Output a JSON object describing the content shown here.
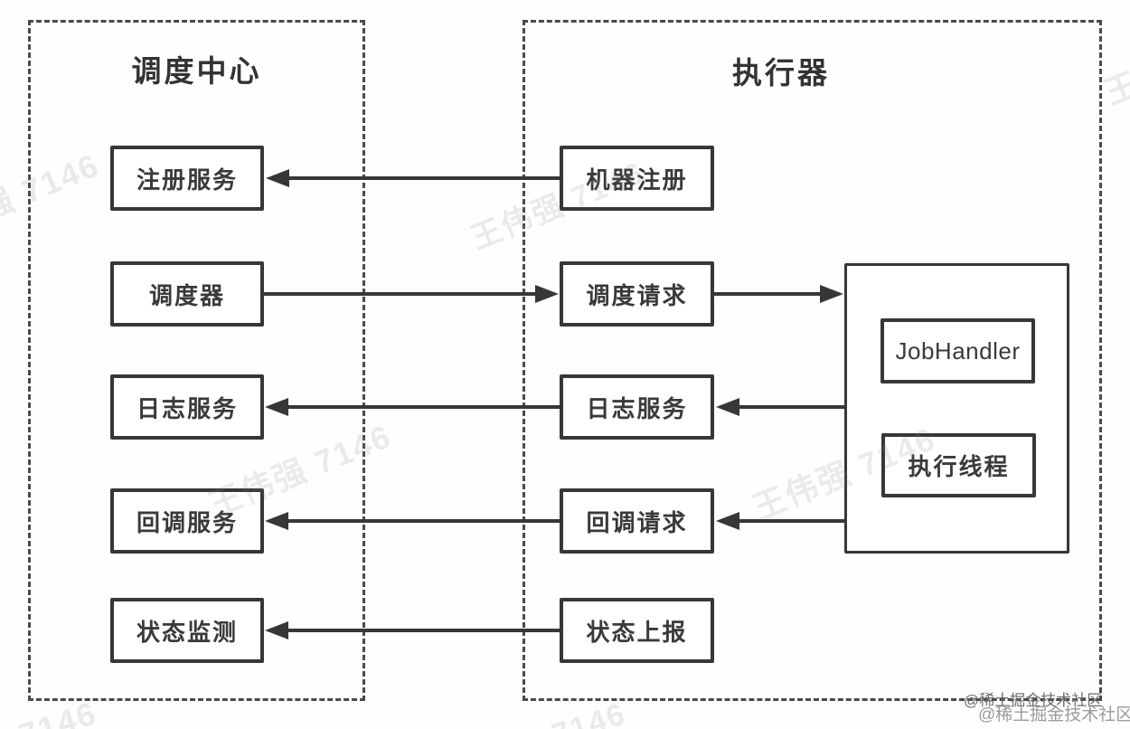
{
  "diagram": {
    "left_group": {
      "title": "调度中心",
      "nodes": [
        {
          "label": "注册服务"
        },
        {
          "label": "调度器"
        },
        {
          "label": "日志服务"
        },
        {
          "label": "回调服务"
        },
        {
          "label": "状态监测"
        }
      ]
    },
    "right_group": {
      "title": "执行器",
      "nodes": [
        {
          "label": "机器注册"
        },
        {
          "label": "调度请求"
        },
        {
          "label": "日志服务"
        },
        {
          "label": "回调请求"
        },
        {
          "label": "状态上报"
        }
      ],
      "runtime_nodes": [
        {
          "label": "JobHandler"
        },
        {
          "label": "执行线程"
        }
      ]
    }
  },
  "watermarks": {
    "author_full": "王伟强 7146",
    "author_partial_left": "强 7146",
    "author_partial_right": "王伟",
    "author_number": "7146",
    "credit_dark": "@稀土掘金技术社区",
    "credit_light": "@稀土掘金技术社区"
  },
  "colors": {
    "line": "#373737",
    "text": "#3a3a3a",
    "dashed_border": "#4a4a4a",
    "background": "#ffffff"
  }
}
